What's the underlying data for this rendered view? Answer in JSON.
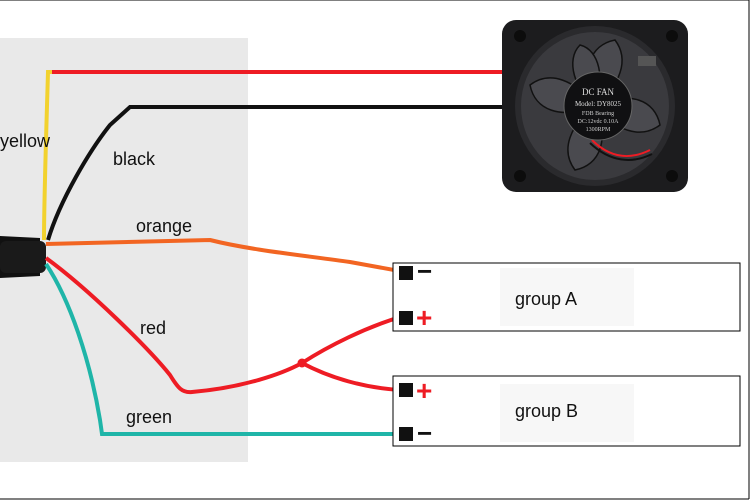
{
  "wires": {
    "yellow": "yellow",
    "black": "black",
    "orange": "orange",
    "red": "red",
    "green": "green"
  },
  "fan": {
    "brand": "DC FAN",
    "model": "Model: DY8025",
    "bearing": "FDB Bearing",
    "rating": "DC:12vdc  0.10A",
    "speed": "1300RPM"
  },
  "groups": {
    "a": {
      "label": "group A",
      "minus": "−",
      "plus": "+"
    },
    "b": {
      "label": "group B",
      "plus": "+",
      "minus": "−"
    }
  },
  "colors": {
    "yellow": "#f2d22e",
    "black": "#111111",
    "orange": "#f26522",
    "red": "#ee1c24",
    "green": "#1fb5a8",
    "panel": "#e9e9e9",
    "fan_body": "#1c1c1e",
    "terminal": "#111111"
  }
}
